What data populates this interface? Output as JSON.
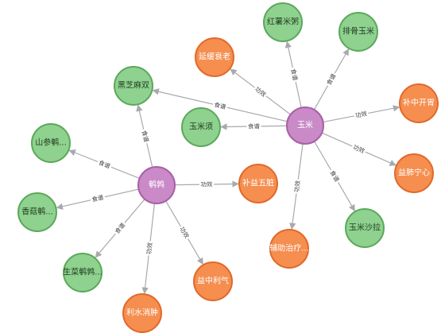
{
  "colors": {
    "hub_fill": "#c98ac7",
    "hub_stroke": "#a760a5",
    "food_fill": "#8fd18f",
    "food_stroke": "#5aa85a",
    "effect_fill": "#f58e4f",
    "effect_stroke": "#e0692a",
    "edge": "#a7a9ad"
  },
  "nodes": [
    {
      "id": "yumi",
      "label": "玉米",
      "kind": "hub"
    },
    {
      "id": "anchun",
      "label": "鹌鹑",
      "kind": "hub"
    },
    {
      "id": "hongshu",
      "label": "红薯米粥",
      "kind": "food"
    },
    {
      "id": "paigu",
      "label": "排骨玉米",
      "kind": "food"
    },
    {
      "id": "yansuan",
      "label": "延缓衰老",
      "kind": "effect"
    },
    {
      "id": "heizhi",
      "label": "黑芝麻双",
      "kind": "food"
    },
    {
      "id": "yumixu",
      "label": "玉米须",
      "kind": "food"
    },
    {
      "id": "buzhong",
      "label": "补中开胃",
      "kind": "effect"
    },
    {
      "id": "yifei",
      "label": "益肺宁心",
      "kind": "effect"
    },
    {
      "id": "shala",
      "label": "玉米沙拉",
      "kind": "food"
    },
    {
      "id": "fuzhu",
      "label": "辅助治疗...",
      "kind": "effect"
    },
    {
      "id": "shanshen",
      "label": "山参鹌...",
      "kind": "food"
    },
    {
      "id": "xianggu",
      "label": "香菇鹌...",
      "kind": "food"
    },
    {
      "id": "buyi",
      "label": "补益五脏",
      "kind": "effect"
    },
    {
      "id": "shengcai",
      "label": "生菜鹌鹑...",
      "kind": "food"
    },
    {
      "id": "lishui",
      "label": "利水消肿",
      "kind": "effect"
    },
    {
      "id": "yizhong",
      "label": "益中利气",
      "kind": "effect"
    }
  ],
  "edges": [
    {
      "from": "yumi",
      "to": "hongshu",
      "label": "食谱"
    },
    {
      "from": "yumi",
      "to": "paigu",
      "label": "食谱"
    },
    {
      "from": "yumi",
      "to": "yansuan",
      "label": "功效"
    },
    {
      "from": "yumi",
      "to": "heizhi",
      "label": "食谱"
    },
    {
      "from": "yumi",
      "to": "yumixu",
      "label": "食谱"
    },
    {
      "from": "yumi",
      "to": "buzhong",
      "label": "功效"
    },
    {
      "from": "yumi",
      "to": "yifei",
      "label": "功效"
    },
    {
      "from": "yumi",
      "to": "shala",
      "label": "食谱"
    },
    {
      "from": "yumi",
      "to": "fuzhu",
      "label": "功效"
    },
    {
      "from": "anchun",
      "to": "heizhi",
      "label": "食谱"
    },
    {
      "from": "anchun",
      "to": "shanshen",
      "label": "食谱"
    },
    {
      "from": "anchun",
      "to": "xianggu",
      "label": "食谱"
    },
    {
      "from": "anchun",
      "to": "buyi",
      "label": "功效"
    },
    {
      "from": "anchun",
      "to": "shengcai",
      "label": "食谱"
    },
    {
      "from": "anchun",
      "to": "lishui",
      "label": "功效"
    },
    {
      "from": "anchun",
      "to": "yizhong",
      "label": "功效"
    }
  ]
}
